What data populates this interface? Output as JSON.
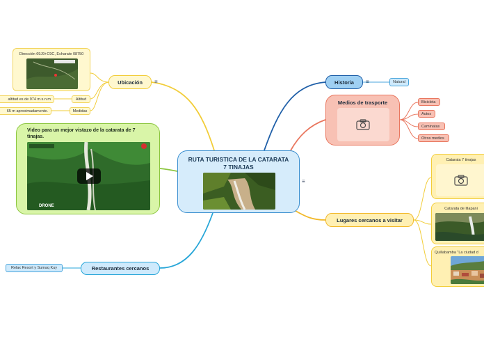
{
  "central": {
    "title": "RUTA TURISTICA DE LA CATARATA 7 TINAJAS"
  },
  "ubicacion": {
    "label": "Ubicación",
    "address": "Dirección 69J9+C9C, Echarate 08750",
    "map_overlay": "",
    "altitud_label": "Altitud",
    "altitud_value": "altitud es de 974 m.s.n.m",
    "medidas_label": "Medidas",
    "medidas_value": "65 m aproximadamente."
  },
  "video": {
    "title": "Video para un mejor vistazo de la catarata de 7 tinajas.",
    "watermark": "DRONE"
  },
  "restaurantes": {
    "label": "Restaurantes cercanos",
    "item": "Relax Resort y Sumaq Kuy"
  },
  "historia": {
    "label": "Historia",
    "item": "Natural"
  },
  "transporte": {
    "label": "Medios de trasporte",
    "items": [
      "Bicicleta",
      "Autos",
      "Caminatas",
      "Otros medios"
    ]
  },
  "lugares": {
    "label": "Lugares cercanos a visitar",
    "items": [
      "Catarata 7 tinajas",
      "Catarata de Illapani",
      "Quillabamba \"La ciudad d"
    ]
  },
  "colors": {
    "blue": "#3a8fd0",
    "yellow": "#f2cd3a",
    "green": "#8cc63f",
    "red": "#e9765e",
    "cyan": "#27a6d8"
  },
  "icons": [
    "menu-icon",
    "camera-icon",
    "play-icon"
  ]
}
